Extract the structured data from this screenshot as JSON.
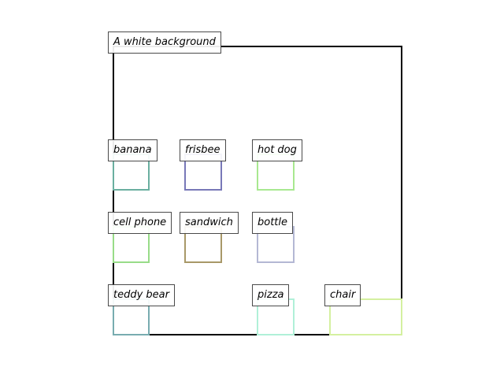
{
  "scene": {
    "label": "A white background",
    "border_color": "#000000"
  },
  "objects": [
    {
      "label": "banana",
      "color": "#6aafa0"
    },
    {
      "label": "frisbee",
      "color": "#7878b8"
    },
    {
      "label": "hot dog",
      "color": "#a8e890"
    },
    {
      "label": "cell phone",
      "color": "#98dc88"
    },
    {
      "label": "sandwich",
      "color": "#a89868"
    },
    {
      "label": "bottle",
      "color": "#b4b8d4"
    },
    {
      "label": "teddy bear",
      "color": "#78acb0"
    },
    {
      "label": "pizza",
      "color": "#b0f0d8"
    },
    {
      "label": "chair",
      "color": "#d4f0a0"
    }
  ]
}
